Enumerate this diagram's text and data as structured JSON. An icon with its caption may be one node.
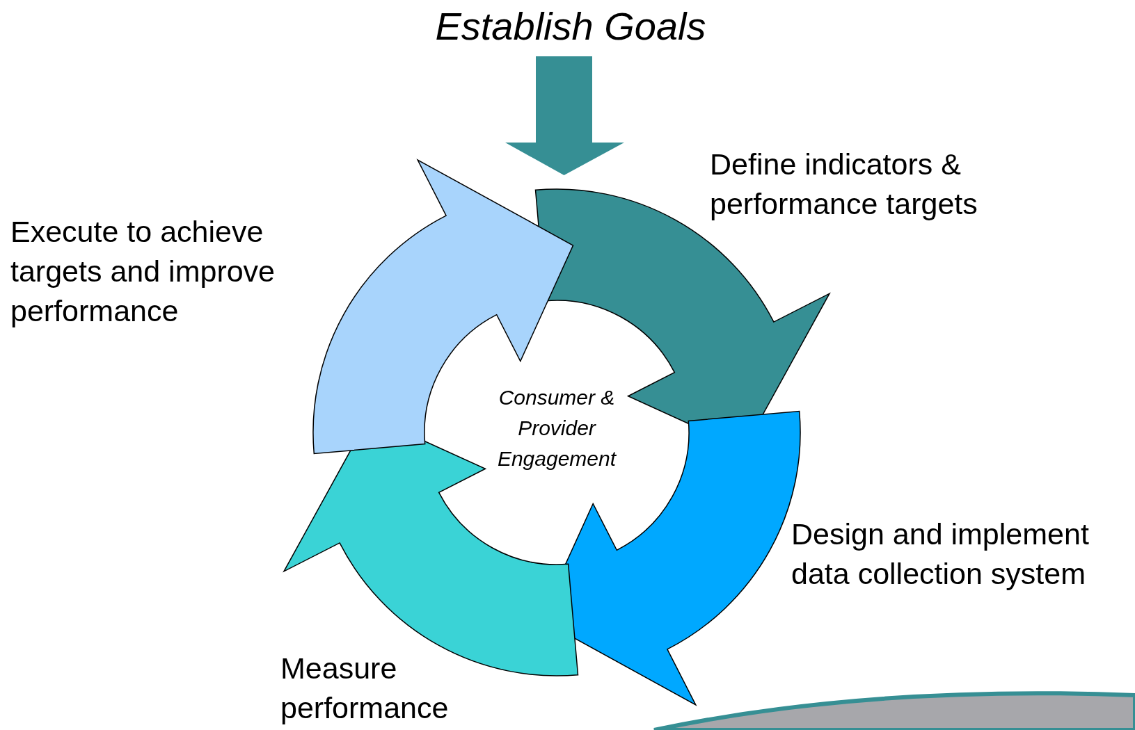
{
  "diagram": {
    "nodes": [
      {
        "text": [
          "Establish Goals"
        ]
      },
      {
        "text": [
          "Define indicators & performance targets"
        ]
      },
      {
        "text": [
          "Design and implement data collection system"
        ]
      },
      {
        "text": [
          "Measure performance"
        ]
      },
      {
        "text": [
          "Execute to achieve targets and improve performance"
        ]
      }
    ],
    "edges": [
      {
        "from": 0,
        "to": null,
        "arrow": "to",
        "style": "thick",
        "color": "#368f94"
      },
      {
        "from": 1,
        "to": 2,
        "arrow": "to",
        "style": "thick",
        "color": "#368f94"
      },
      {
        "from": 2,
        "to": 3,
        "arrow": "to",
        "style": "thick",
        "color": "#00a8ff"
      },
      {
        "from": 3,
        "to": 4,
        "arrow": "to",
        "style": "thick",
        "color": "#3ad3d6"
      },
      {
        "from": 4,
        "to": 1,
        "arrow": "to",
        "style": "thick",
        "color": "#a8d4fc"
      }
    ],
    "labels": [
      "Consumer & Provider Engagement"
    ]
  }
}
